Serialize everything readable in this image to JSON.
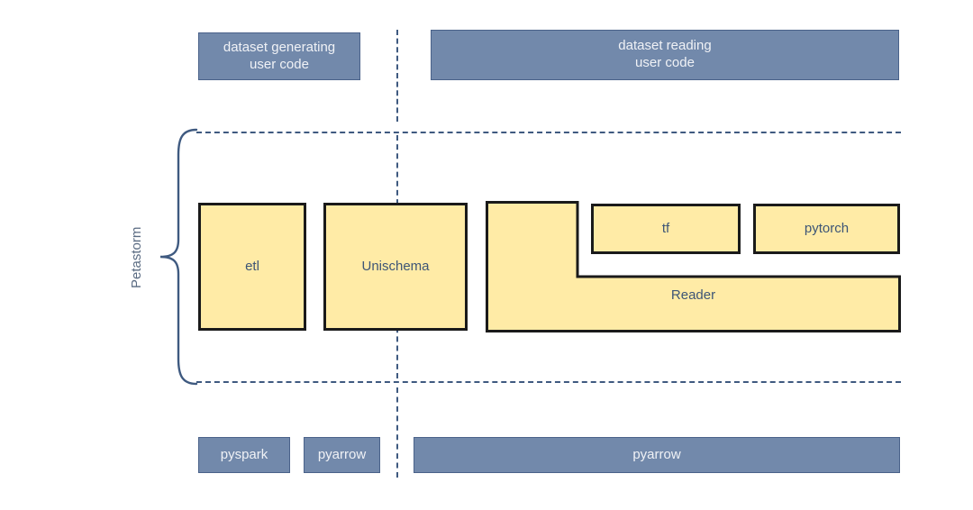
{
  "diagram": {
    "title_label": "Petastorm",
    "colors": {
      "blue_fill": "#7289ab",
      "blue_border": "#4a628a",
      "yellow_fill": "#ffeba6",
      "yellow_border": "#1a1a1a",
      "dash_line": "#3f5a80",
      "blue_text": "#f0f2f6",
      "dark_text": "#3d5576",
      "brace_color": "#3f5a80",
      "background": "#ffffff"
    },
    "top_layer": {
      "generating": {
        "line1": "dataset generating",
        "line2": "user code"
      },
      "reading": {
        "line1": "dataset reading",
        "line2": "user code"
      }
    },
    "middle_layer": {
      "etl": "etl",
      "unischema": "Unischema",
      "reader": "Reader",
      "tf": "tf",
      "pytorch": "pytorch"
    },
    "bottom_layer": {
      "pyspark": "pyspark",
      "pyarrow_left": "pyarrow",
      "pyarrow_right": "pyarrow"
    }
  }
}
